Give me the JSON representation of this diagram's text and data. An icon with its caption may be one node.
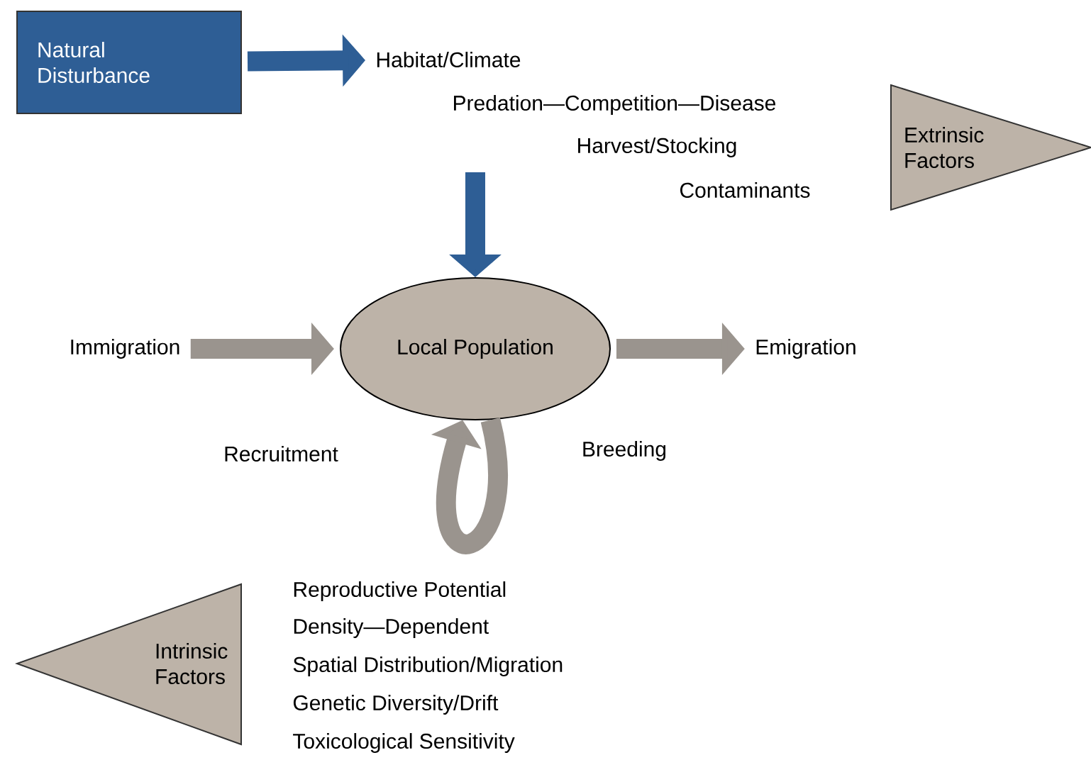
{
  "diagram": {
    "nodes": [
      {
        "text": [
          "Natural Disturbance"
        ]
      },
      {
        "text": [
          "Habitat/Climate"
        ]
      },
      {
        "text": [
          "Extrinsic Factors"
        ]
      },
      {
        "text": [
          "Local Population"
        ]
      },
      {
        "text": [
          "Immigration"
        ]
      },
      {
        "text": [
          "Emigration"
        ]
      },
      {
        "text": [
          "Intrinsic Factors"
        ]
      }
    ],
    "edges": [
      {
        "from": 0,
        "to": 1,
        "arrow": "to",
        "color": "#2e5e95"
      },
      {
        "from": null,
        "to": 3,
        "arrow": "to",
        "color": "#2e5e95"
      },
      {
        "from": 4,
        "to": 3,
        "arrow": "to"
      },
      {
        "from": 3,
        "to": 5,
        "arrow": "to"
      },
      {
        "from": 3,
        "to": 3,
        "arrow": "to"
      }
    ],
    "labels": [
      "Predation—Competition—Disease",
      "Harvest/Stocking",
      "Contaminants",
      "Recruitment",
      "Breeding",
      "Reproductive Potential",
      "Density—Dependent",
      "Spatial Distribution/Migration",
      "Genetic Diversity/Drift",
      "Toxicological Sensitivity"
    ]
  }
}
